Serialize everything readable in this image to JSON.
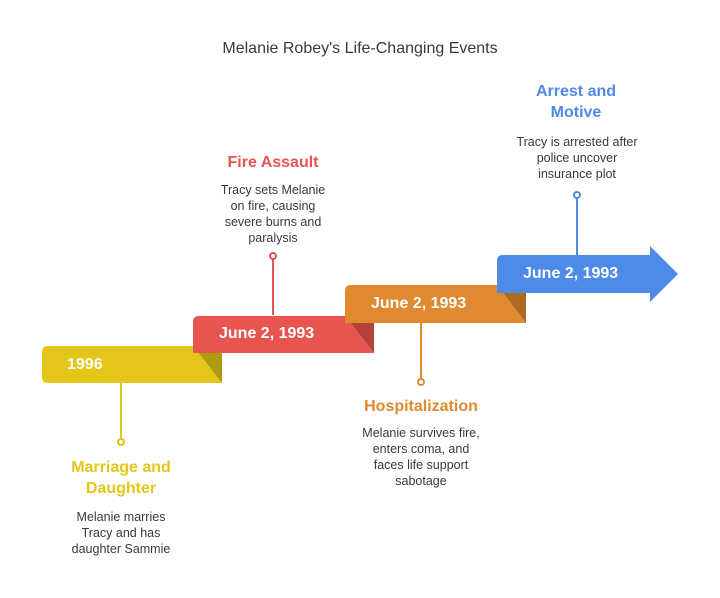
{
  "title": "Melanie Robey's Life-Changing Events",
  "colors": {
    "yellow": "#e3c618",
    "yellow_shadow": "#b09a10",
    "red": "#e85550",
    "red_shadow": "#b53f3b",
    "orange": "#e08a30",
    "orange_shadow": "#ad6a22",
    "blue": "#4e8ae8",
    "text": "#3a3a3a"
  },
  "events": [
    {
      "date": "1996",
      "heading": "Marriage and Daughter",
      "description": "Melanie marries Tracy and has daughter Sammie"
    },
    {
      "date": "June 2, 1993",
      "heading": "Fire Assault",
      "description": "Tracy sets Melanie on fire, causing severe burns and paralysis"
    },
    {
      "date": "June 2, 1993",
      "heading": "Hospitalization",
      "description": "Melanie survives fire, enters coma, and faces life support sabotage"
    },
    {
      "date": "June 2, 1993",
      "heading": "Arrest and Motive",
      "description": "Tracy is arrested after police uncover insurance plot"
    }
  ]
}
